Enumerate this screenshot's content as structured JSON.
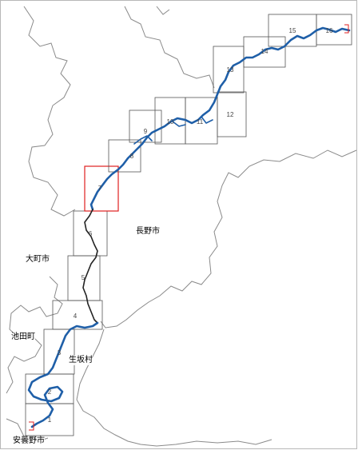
{
  "colors": {
    "river": "#1f5fa8",
    "river_unsurveyed": "#222222",
    "boundary": "#8a8a8a",
    "sheet_outline": "#555555",
    "sheet_selected": "#e02020",
    "marker": "#e02020"
  },
  "places": {
    "nagano_city": "長野市",
    "omachi_city": "大町市",
    "ikeda_town": "池田町",
    "ikusaka_village": "生坂村",
    "azumino_city": "安曇野市"
  },
  "sheets": [
    {
      "number": "1",
      "selected": false
    },
    {
      "number": "2",
      "selected": false
    },
    {
      "number": "3",
      "selected": false
    },
    {
      "number": "4",
      "selected": false
    },
    {
      "number": "5",
      "selected": false
    },
    {
      "number": "6",
      "selected": false
    },
    {
      "number": "7",
      "selected": true
    },
    {
      "number": "8",
      "selected": false
    },
    {
      "number": "9",
      "selected": false
    },
    {
      "number": "10",
      "selected": false
    },
    {
      "number": "11",
      "selected": false
    },
    {
      "number": "12",
      "selected": false
    },
    {
      "number": "13",
      "selected": false
    },
    {
      "number": "14",
      "selected": false
    },
    {
      "number": "15",
      "selected": false
    },
    {
      "number": "16",
      "selected": false
    }
  ]
}
